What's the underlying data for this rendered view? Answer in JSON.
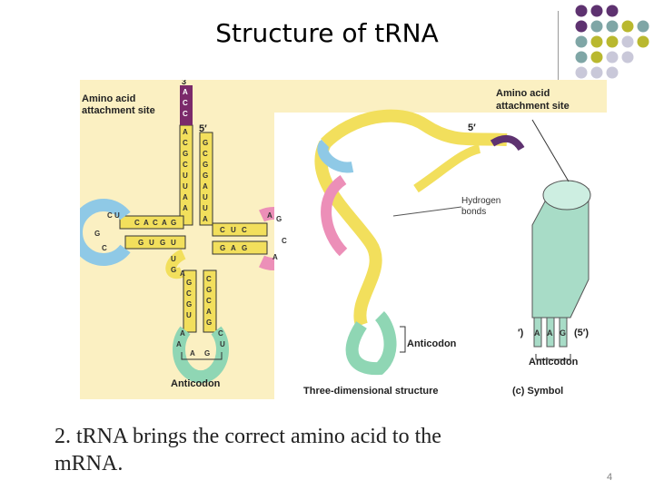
{
  "slide": {
    "title": "Structure of tRNA",
    "caption_line1": "2. tRNA brings the correct amino acid to the",
    "caption_line2": "mRNA.",
    "page_number": "4"
  },
  "figure": {
    "left_amino_label_1": "Amino acid",
    "left_amino_label_2": "attachment site",
    "left_five_prime": "5′",
    "left_three_prime": "3",
    "left_anticodon": "Anticodon",
    "center_five_prime": "5′",
    "hydrogen_1": "Hydrogen",
    "hydrogen_2": "bonds",
    "center_anticodon": "Anticodon",
    "center_caption": "Three-dimensional structure",
    "right_amino_label_1": "Amino acid",
    "right_amino_label_2": "attachment site",
    "right_three_prime": "′)",
    "right_five_prime": "(5′)",
    "right_anticodon": "Anticodon",
    "right_caption": "(c) Symbol",
    "symbol_bases": [
      "A",
      "A",
      "G"
    ],
    "acceptor_top": [
      "A",
      "C",
      "C"
    ],
    "acceptor_stem_left": [
      "A",
      "C",
      "G",
      "C",
      "U",
      "U",
      "A",
      "A"
    ],
    "acceptor_stem_right": [
      "G",
      "C",
      "G",
      "G",
      "A",
      "U",
      "U",
      "A"
    ],
    "d_arm_bases": [
      "C",
      "A",
      "C",
      "A",
      "G"
    ],
    "d_arm_lower": [
      "G",
      "U",
      "G",
      "U"
    ],
    "d_loop": [
      "U",
      "C",
      "G",
      "C"
    ],
    "t_arm_upper": [
      "C",
      "U",
      "C"
    ],
    "t_arm_lower": [
      "G",
      "A",
      "G"
    ],
    "t_loop": [
      "A",
      "G",
      "C",
      "A"
    ],
    "anticodon_stem_left": [
      "U",
      "G",
      "A",
      "G",
      "C",
      "G",
      "U"
    ],
    "anticodon_stem_right": [
      "C",
      "G",
      "C",
      "A",
      "G"
    ],
    "anticodon_loop": [
      "A",
      "A",
      "C",
      "U",
      "A",
      "G"
    ]
  },
  "colors": {
    "dots_row1": [
      "#5e3270",
      "#5e3270",
      "#5e3270"
    ],
    "dots_row2": [
      "#5e3270",
      "#7fa6a6",
      "#7fa6a6",
      "#b9b82f"
    ],
    "dots_row3": [
      "#7fa6a6",
      "#b9b82f",
      "#b9b82f",
      "#c9c8d9"
    ],
    "dots_row4": [
      "#7fa6a6",
      "#b9b82f",
      "#c9c8d9",
      "#c9c8d9"
    ],
    "dots_row5": [
      "#c9c8d9",
      "#c9c8d9"
    ],
    "figure_bg": "#fbf0c2",
    "yellow_strand": "#f2df5c",
    "blue_loop": "#8fc9e6",
    "pink_loop": "#ec8fb8",
    "green_loop": "#8fd6b4",
    "purple_tail": "#5e3270"
  }
}
